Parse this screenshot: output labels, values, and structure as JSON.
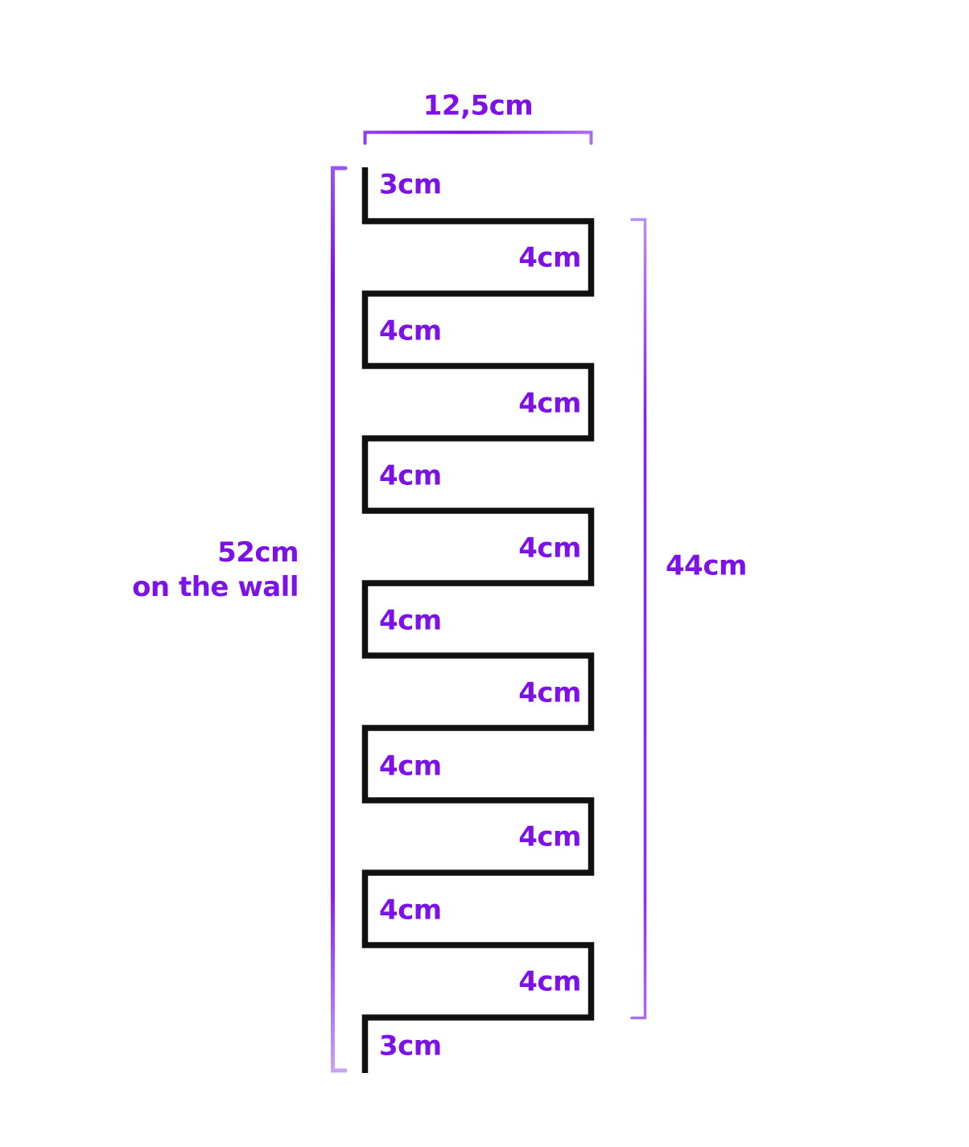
{
  "diagram": {
    "top_dimension": {
      "label": "12,5cm"
    },
    "wall_dimension": {
      "line1": "52cm",
      "line2": "on the wall"
    },
    "strip_dimension": {
      "label": "44cm"
    },
    "segment_labels": [
      {
        "text": "3cm",
        "side": "left"
      },
      {
        "text": "4cm",
        "side": "right"
      },
      {
        "text": "4cm",
        "side": "left"
      },
      {
        "text": "4cm",
        "side": "right"
      },
      {
        "text": "4cm",
        "side": "left"
      },
      {
        "text": "4cm",
        "side": "right"
      },
      {
        "text": "4cm",
        "side": "left"
      },
      {
        "text": "4cm",
        "side": "right"
      },
      {
        "text": "4cm",
        "side": "left"
      },
      {
        "text": "4cm",
        "side": "right"
      },
      {
        "text": "4cm",
        "side": "left"
      },
      {
        "text": "4cm",
        "side": "right"
      },
      {
        "text": "3cm",
        "side": "left"
      }
    ],
    "colors": {
      "accent_purple": "#7d12e8",
      "line_black": "#101010"
    }
  }
}
